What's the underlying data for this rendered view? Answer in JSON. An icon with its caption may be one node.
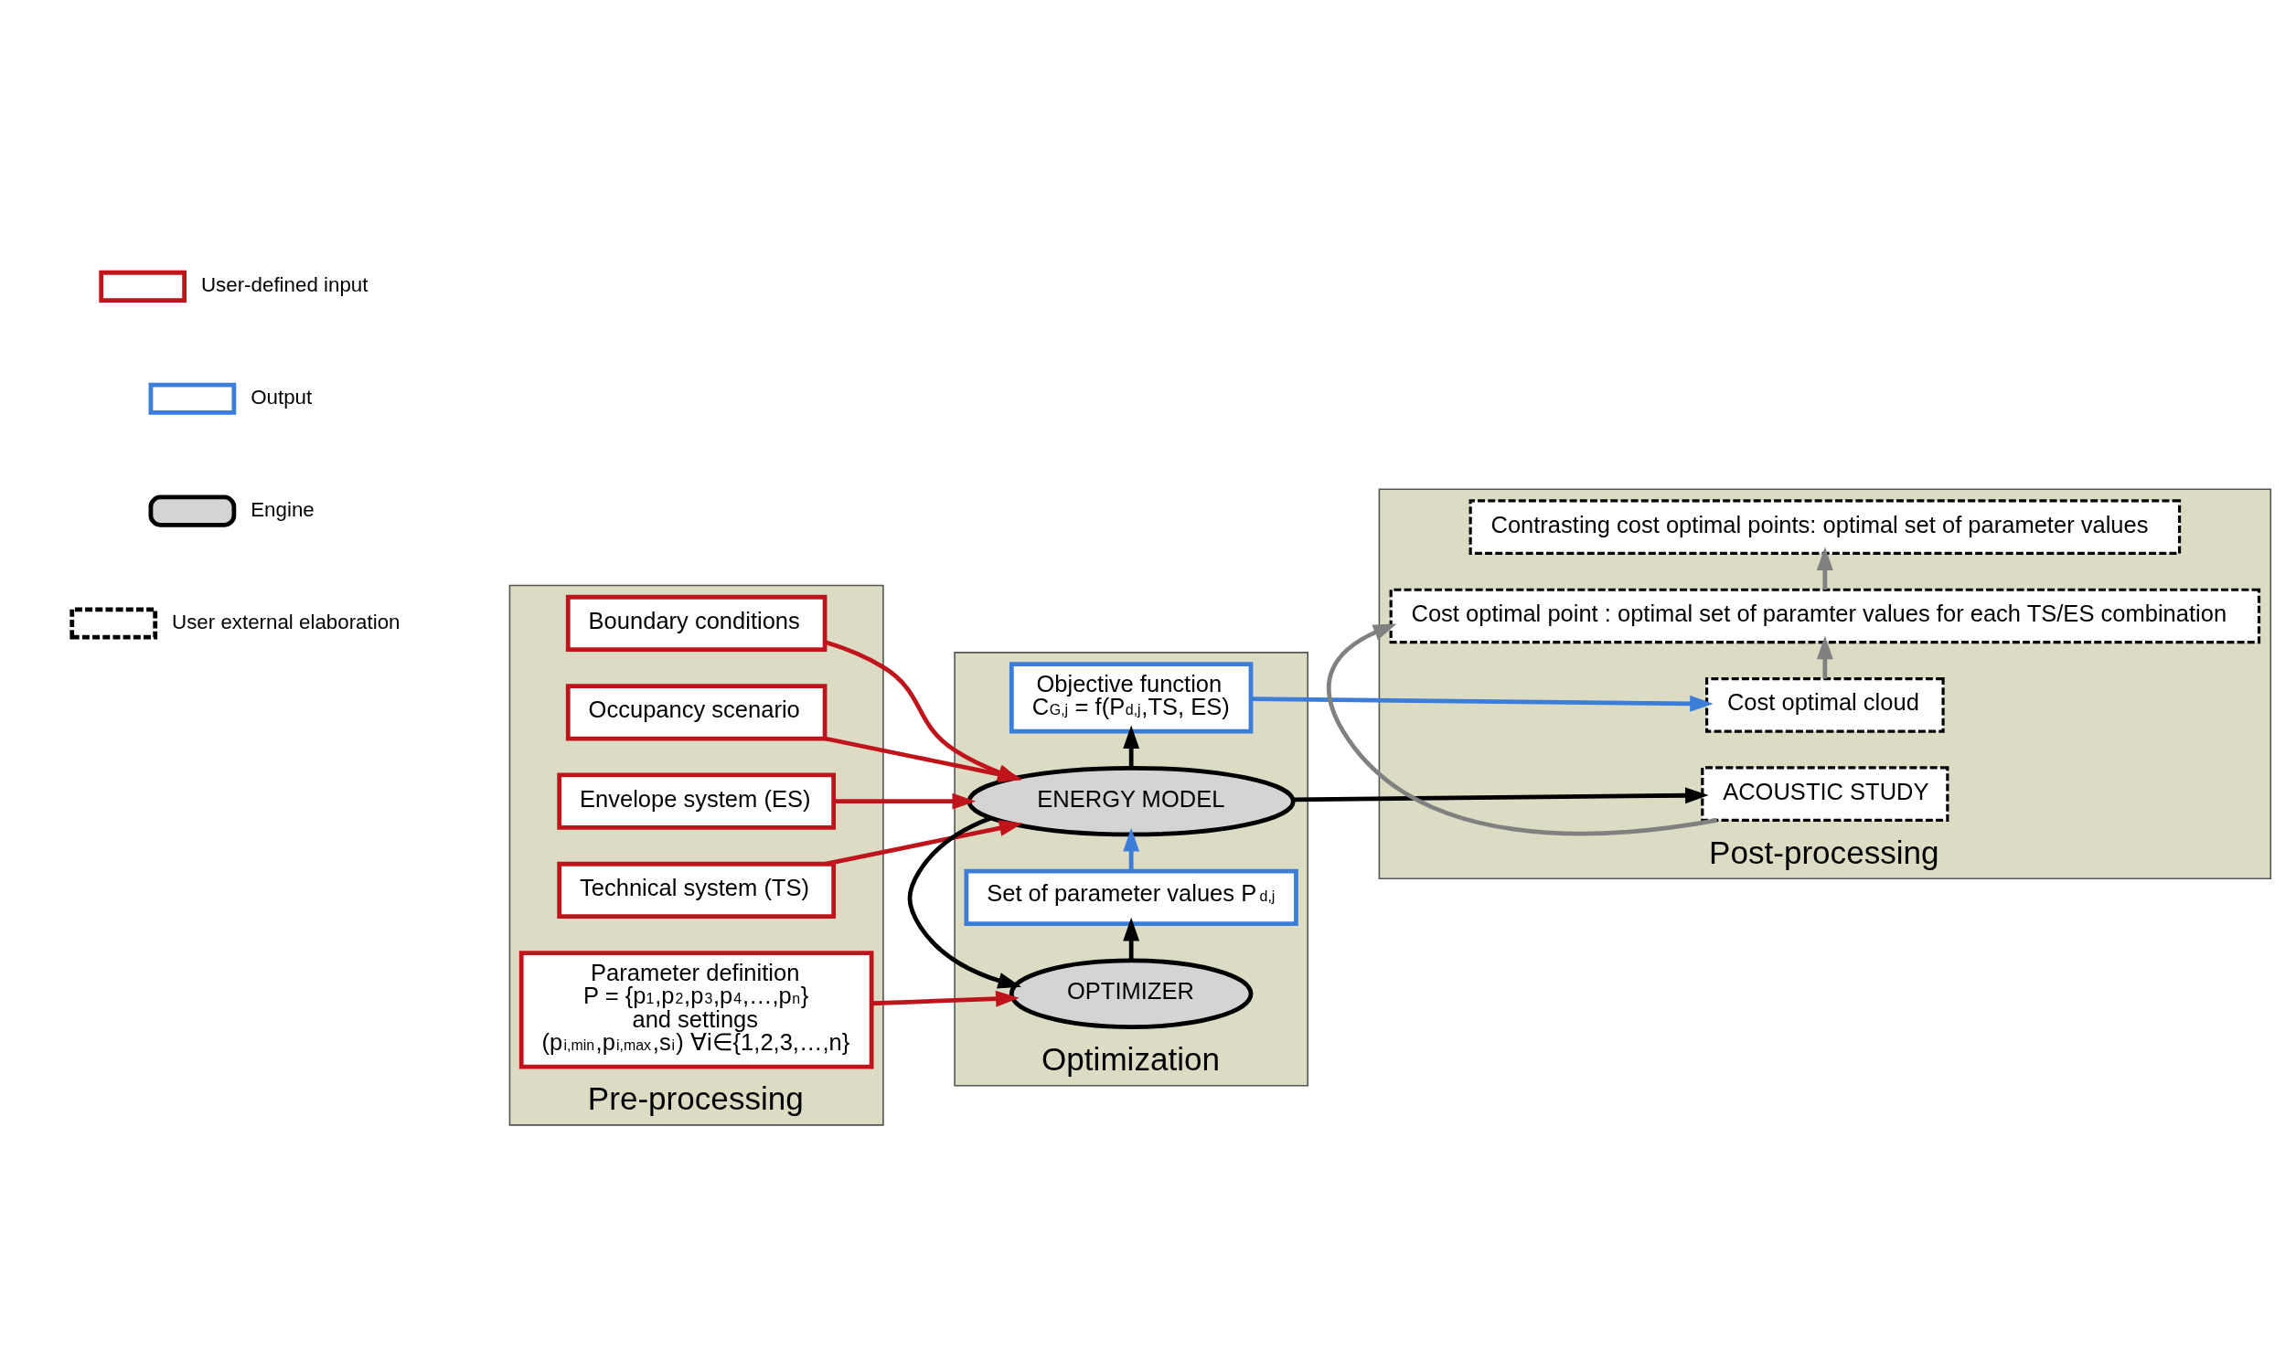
{
  "diagram": {
    "nodes": [
      {
        "text": [
          "Pre-processing"
        ]
      },
      {
        "text": [
          "Boundary conditions"
        ],
        "in": 0
      },
      {
        "text": [
          "Occupancy scenario"
        ],
        "in": 0
      },
      {
        "text": [
          "Envelope system (ES)"
        ],
        "in": 0
      },
      {
        "text": [
          "Technical system (TS)"
        ],
        "in": 0
      },
      {
        "text": [
          "Parameter definition",
          "P = {p$_{1}$,p$_{2}$,p$_{3}$,p$_{4}$,…,p$_{n}$}",
          "and settings",
          "(p$_{i,min}$,p$_{i,max}$,s$_{i}$) ∀i∈{1,2,3,…,n}"
        ],
        "in": 0
      },
      {
        "text": [
          "Optimization"
        ]
      },
      {
        "text": [
          "Objective function",
          "C$_{G,j}$ = f(P$_{d,j}$,TS, ES)"
        ],
        "in": 6
      },
      {
        "text": [
          "ENERGY MODEL"
        ],
        "in": 6
      },
      {
        "text": [
          "Set of parameter values P$_{d,j}$"
        ],
        "in": 6
      },
      {
        "text": [
          "OPTIMIZER"
        ],
        "in": 6
      },
      {
        "text": [
          "Post-processing"
        ]
      },
      {
        "text": [
          "Cost optimal cloud"
        ],
        "in": 11
      },
      {
        "text": [
          "ACOUSTIC STUDY"
        ],
        "in": 11
      },
      {
        "text": [
          "Cost optimal point : optimal set of paramter values for each TS/ES combination"
        ],
        "in": 11
      },
      {
        "text": [
          "Contrasting cost optimal points: optimal set of parameter values"
        ],
        "in": 11
      }
    ],
    "edges": [
      {
        "from": 1,
        "to": 8,
        "arrow": "to"
      },
      {
        "from": 2,
        "to": 8,
        "arrow": "to"
      },
      {
        "from": 3,
        "to": 8,
        "arrow": "to"
      },
      {
        "from": 4,
        "to": 8,
        "arrow": "to"
      },
      {
        "from": 5,
        "to": 10,
        "arrow": "to"
      },
      {
        "from": 8,
        "to": 7,
        "arrow": "to",
        "color": "#000000"
      },
      {
        "from": 9,
        "to": 8,
        "arrow": "to",
        "color": "#3b7dd8"
      },
      {
        "from": 10,
        "to": 9,
        "arrow": "to",
        "color": "#000000"
      },
      {
        "from": 8,
        "to": 10,
        "arrow": "to",
        "color": "#000000"
      },
      {
        "from": 7,
        "to": 12,
        "arrow": "to",
        "color": "#3b7dd8"
      },
      {
        "from": 8,
        "to": 13,
        "arrow": "to",
        "color": "#000000"
      },
      {
        "from": 12,
        "to": 14,
        "arrow": "to",
        "color": "#808080"
      },
      {
        "from": 13,
        "to": 14,
        "arrow": "to",
        "color": "#808080"
      },
      {
        "from": 14,
        "to": 15,
        "arrow": "to",
        "color": "#808080"
      }
    ],
    "legend": [
      {
        "text": "User-defined input"
      },
      {
        "text": "Output"
      },
      {
        "text": "Engine"
      },
      {
        "text": "User external elaboration"
      }
    ]
  }
}
